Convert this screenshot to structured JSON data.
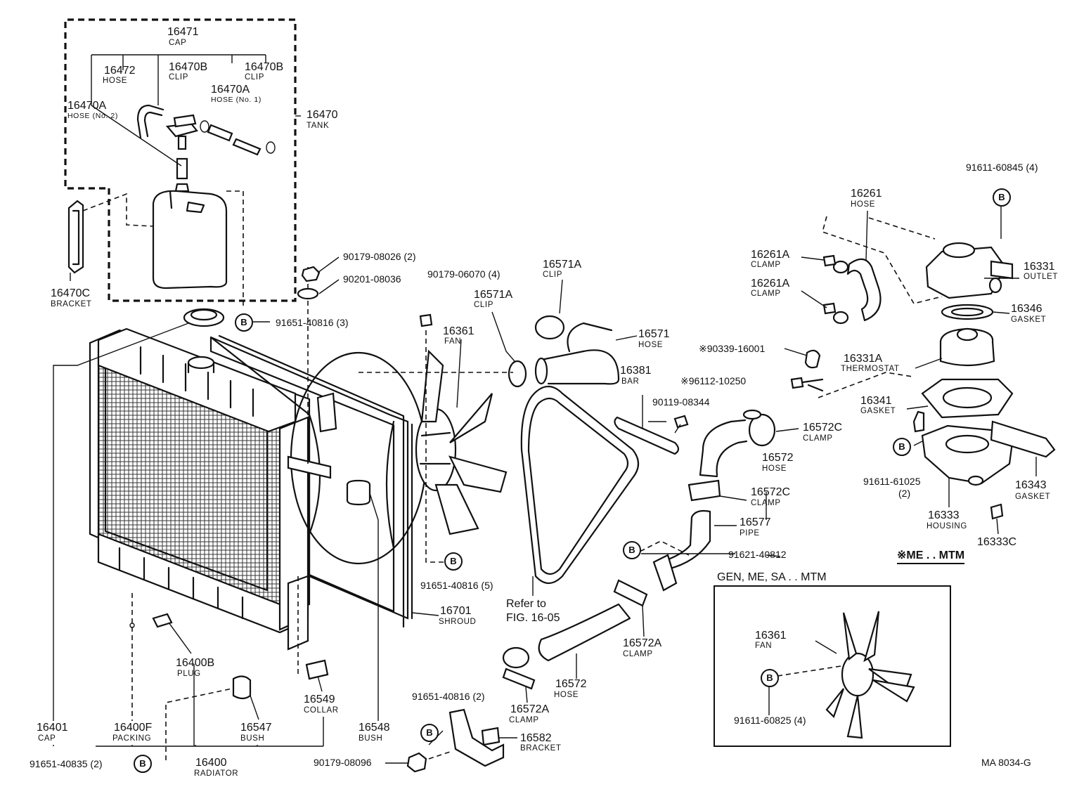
{
  "diagram_code": "MA 8034-G",
  "circled_letter": "B",
  "labels": {
    "p16471": {
      "num": "16471",
      "name": "CAP"
    },
    "p16472": {
      "num": "16472",
      "name": "HOSE"
    },
    "p16470b_1": {
      "num": "16470B",
      "name": "CLIP"
    },
    "p16470b_2": {
      "num": "16470B",
      "name": "CLIP"
    },
    "p16470a_1": {
      "num": "16470A",
      "name": "HOSE (No. 1)"
    },
    "p16470a_2": {
      "num": "16470A",
      "name": "HOSE (No. 2)"
    },
    "p16470": {
      "num": "16470",
      "name": "TANK"
    },
    "p16470c": {
      "num": "16470C",
      "name": "BRACKET"
    },
    "p90179_08026": {
      "num": "90179-08026 (2)"
    },
    "p90201_08036": {
      "num": "90201-08036"
    },
    "p91651_40816_3": {
      "num": "91651-40816 (3)"
    },
    "p90179_06070": {
      "num": "90179-06070 (4)"
    },
    "p16571a_1": {
      "num": "16571A",
      "name": "CLIP"
    },
    "p16571a_2": {
      "num": "16571A",
      "name": "CLIP"
    },
    "p16361_1": {
      "num": "16361",
      "name": "FAN"
    },
    "p16571": {
      "num": "16571",
      "name": "HOSE"
    },
    "p16381": {
      "num": "16381",
      "name": "BAR"
    },
    "p90119_08344": {
      "num": "90119-08344"
    },
    "p90339_16001": {
      "num": "※90339-16001"
    },
    "p96112_10250": {
      "num": "※96112-10250"
    },
    "p16261": {
      "num": "16261",
      "name": "HOSE"
    },
    "p16261a_1": {
      "num": "16261A",
      "name": "CLAMP"
    },
    "p16261a_2": {
      "num": "16261A",
      "name": "CLAMP"
    },
    "p91611_60845": {
      "num": "91611-60845 (4)"
    },
    "p16331": {
      "num": "16331",
      "name": "OUTLET"
    },
    "p16346": {
      "num": "16346",
      "name": "GASKET"
    },
    "p16331a": {
      "num": "16331A",
      "name": "THERMOSTAT"
    },
    "p16341": {
      "num": "16341",
      "name": "GASKET"
    },
    "p91611_61025": {
      "num": "91611-61025",
      "name": "(2)"
    },
    "p16333": {
      "num": "16333",
      "name": "HOUSING"
    },
    "p16343": {
      "num": "16343",
      "name": "GASKET"
    },
    "p16333c": {
      "num": "16333C"
    },
    "me_mtm": {
      "num": "※ME . . MTM"
    },
    "p16572c_1": {
      "num": "16572C",
      "name": "CLAMP"
    },
    "p16572_1": {
      "num": "16572",
      "name": "HOSE"
    },
    "p16572c_2": {
      "num": "16572C",
      "name": "CLAMP"
    },
    "p16577": {
      "num": "16577",
      "name": "PIPE"
    },
    "p91621_40812": {
      "num": "91621-40812"
    },
    "p16572a_1": {
      "num": "16572A",
      "name": "CLAMP"
    },
    "p16572_2": {
      "num": "16572",
      "name": "HOSE"
    },
    "p16572a_2": {
      "num": "16572A",
      "name": "CLAMP"
    },
    "p16582": {
      "num": "16582",
      "name": "BRACKET"
    },
    "p91651_40816_2": {
      "num": "91651-40816 (2)"
    },
    "p90179_08096": {
      "num": "90179-08096"
    },
    "p16701": {
      "num": "16701",
      "name": "SHROUD"
    },
    "p91651_40816_5": {
      "num": "91651-40816 (5)"
    },
    "refer": {
      "num": "Refer to",
      "name": "FIG. 16-05"
    },
    "p16548": {
      "num": "16548",
      "name": "BUSH"
    },
    "p16549": {
      "num": "16549",
      "name": "COLLAR"
    },
    "p16547": {
      "num": "16547",
      "name": "BUSH"
    },
    "p16400b": {
      "num": "16400B",
      "name": "PLUG"
    },
    "p16400f": {
      "num": "16400F",
      "name": "PACKING"
    },
    "p16401": {
      "num": "16401",
      "name": "CAP"
    },
    "p16400": {
      "num": "16400",
      "name": "RADIATOR"
    },
    "p91651_40835": {
      "num": "91651-40835 (2)"
    },
    "inset_title": {
      "num": "GEN, ME, SA . . MTM"
    },
    "p16361_2": {
      "num": "16361",
      "name": "FAN"
    },
    "p91611_60825": {
      "num": "91611-60825 (4)"
    }
  }
}
